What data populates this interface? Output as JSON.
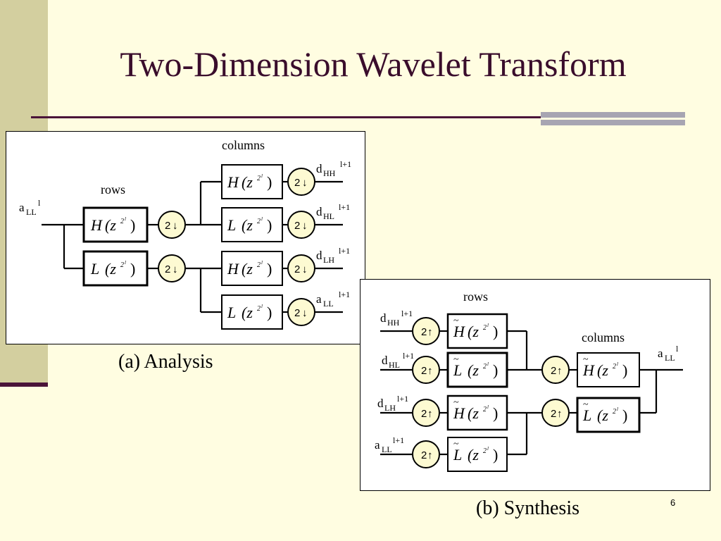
{
  "slide": {
    "title": "Two-Dimension Wavelet Transform",
    "page_number": "6"
  },
  "analysis": {
    "caption": "(a) Analysis",
    "rows_label": "rows",
    "columns_label": "columns",
    "input": {
      "base": "a",
      "sub": "LL",
      "sup": "l"
    },
    "row_filters": [
      "H",
      "L"
    ],
    "col_filters": [
      "H",
      "L",
      "H",
      "L"
    ],
    "downsample_label": "2",
    "outputs": [
      {
        "base": "d",
        "sub": "HH",
        "sup": "l+1"
      },
      {
        "base": "d",
        "sub": "HL",
        "sup": "l+1"
      },
      {
        "base": "d",
        "sub": "LH",
        "sup": "l+1"
      },
      {
        "base": "a",
        "sub": "LL",
        "sup": "l+1"
      }
    ]
  },
  "synthesis": {
    "caption": "(b) Synthesis",
    "rows_label": "rows",
    "columns_label": "columns",
    "inputs": [
      {
        "base": "d",
        "sub": "HH",
        "sup": "l+1"
      },
      {
        "base": "d",
        "sub": "HL",
        "sup": "l+1"
      },
      {
        "base": "d",
        "sub": "LH",
        "sup": "l+1"
      },
      {
        "base": "a",
        "sub": "LL",
        "sup": "l+1"
      }
    ],
    "row_filters": [
      "H",
      "L",
      "H",
      "L"
    ],
    "col_filters": [
      "H",
      "L"
    ],
    "upsample_label": "2",
    "output": {
      "base": "a",
      "sub": "LL",
      "sup": "l"
    }
  },
  "colors": {
    "background": "#fffde1",
    "accent": "#4a1438",
    "circle_fill": "#fdfad2"
  }
}
